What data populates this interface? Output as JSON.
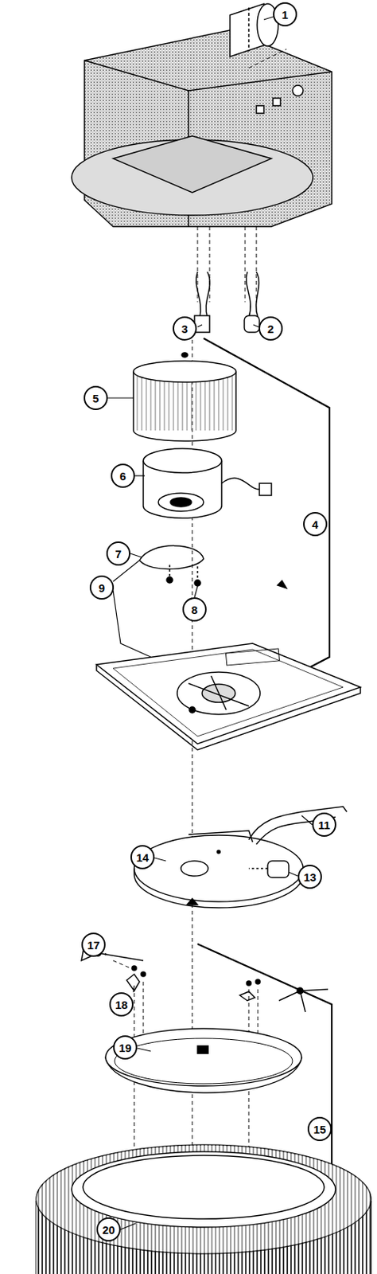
{
  "diagram": {
    "labels": [
      "1",
      "3",
      "2",
      "5",
      "4",
      "6",
      "7",
      "9",
      "8",
      "11",
      "14",
      "13",
      "17",
      "18",
      "19",
      "15",
      "20"
    ]
  }
}
